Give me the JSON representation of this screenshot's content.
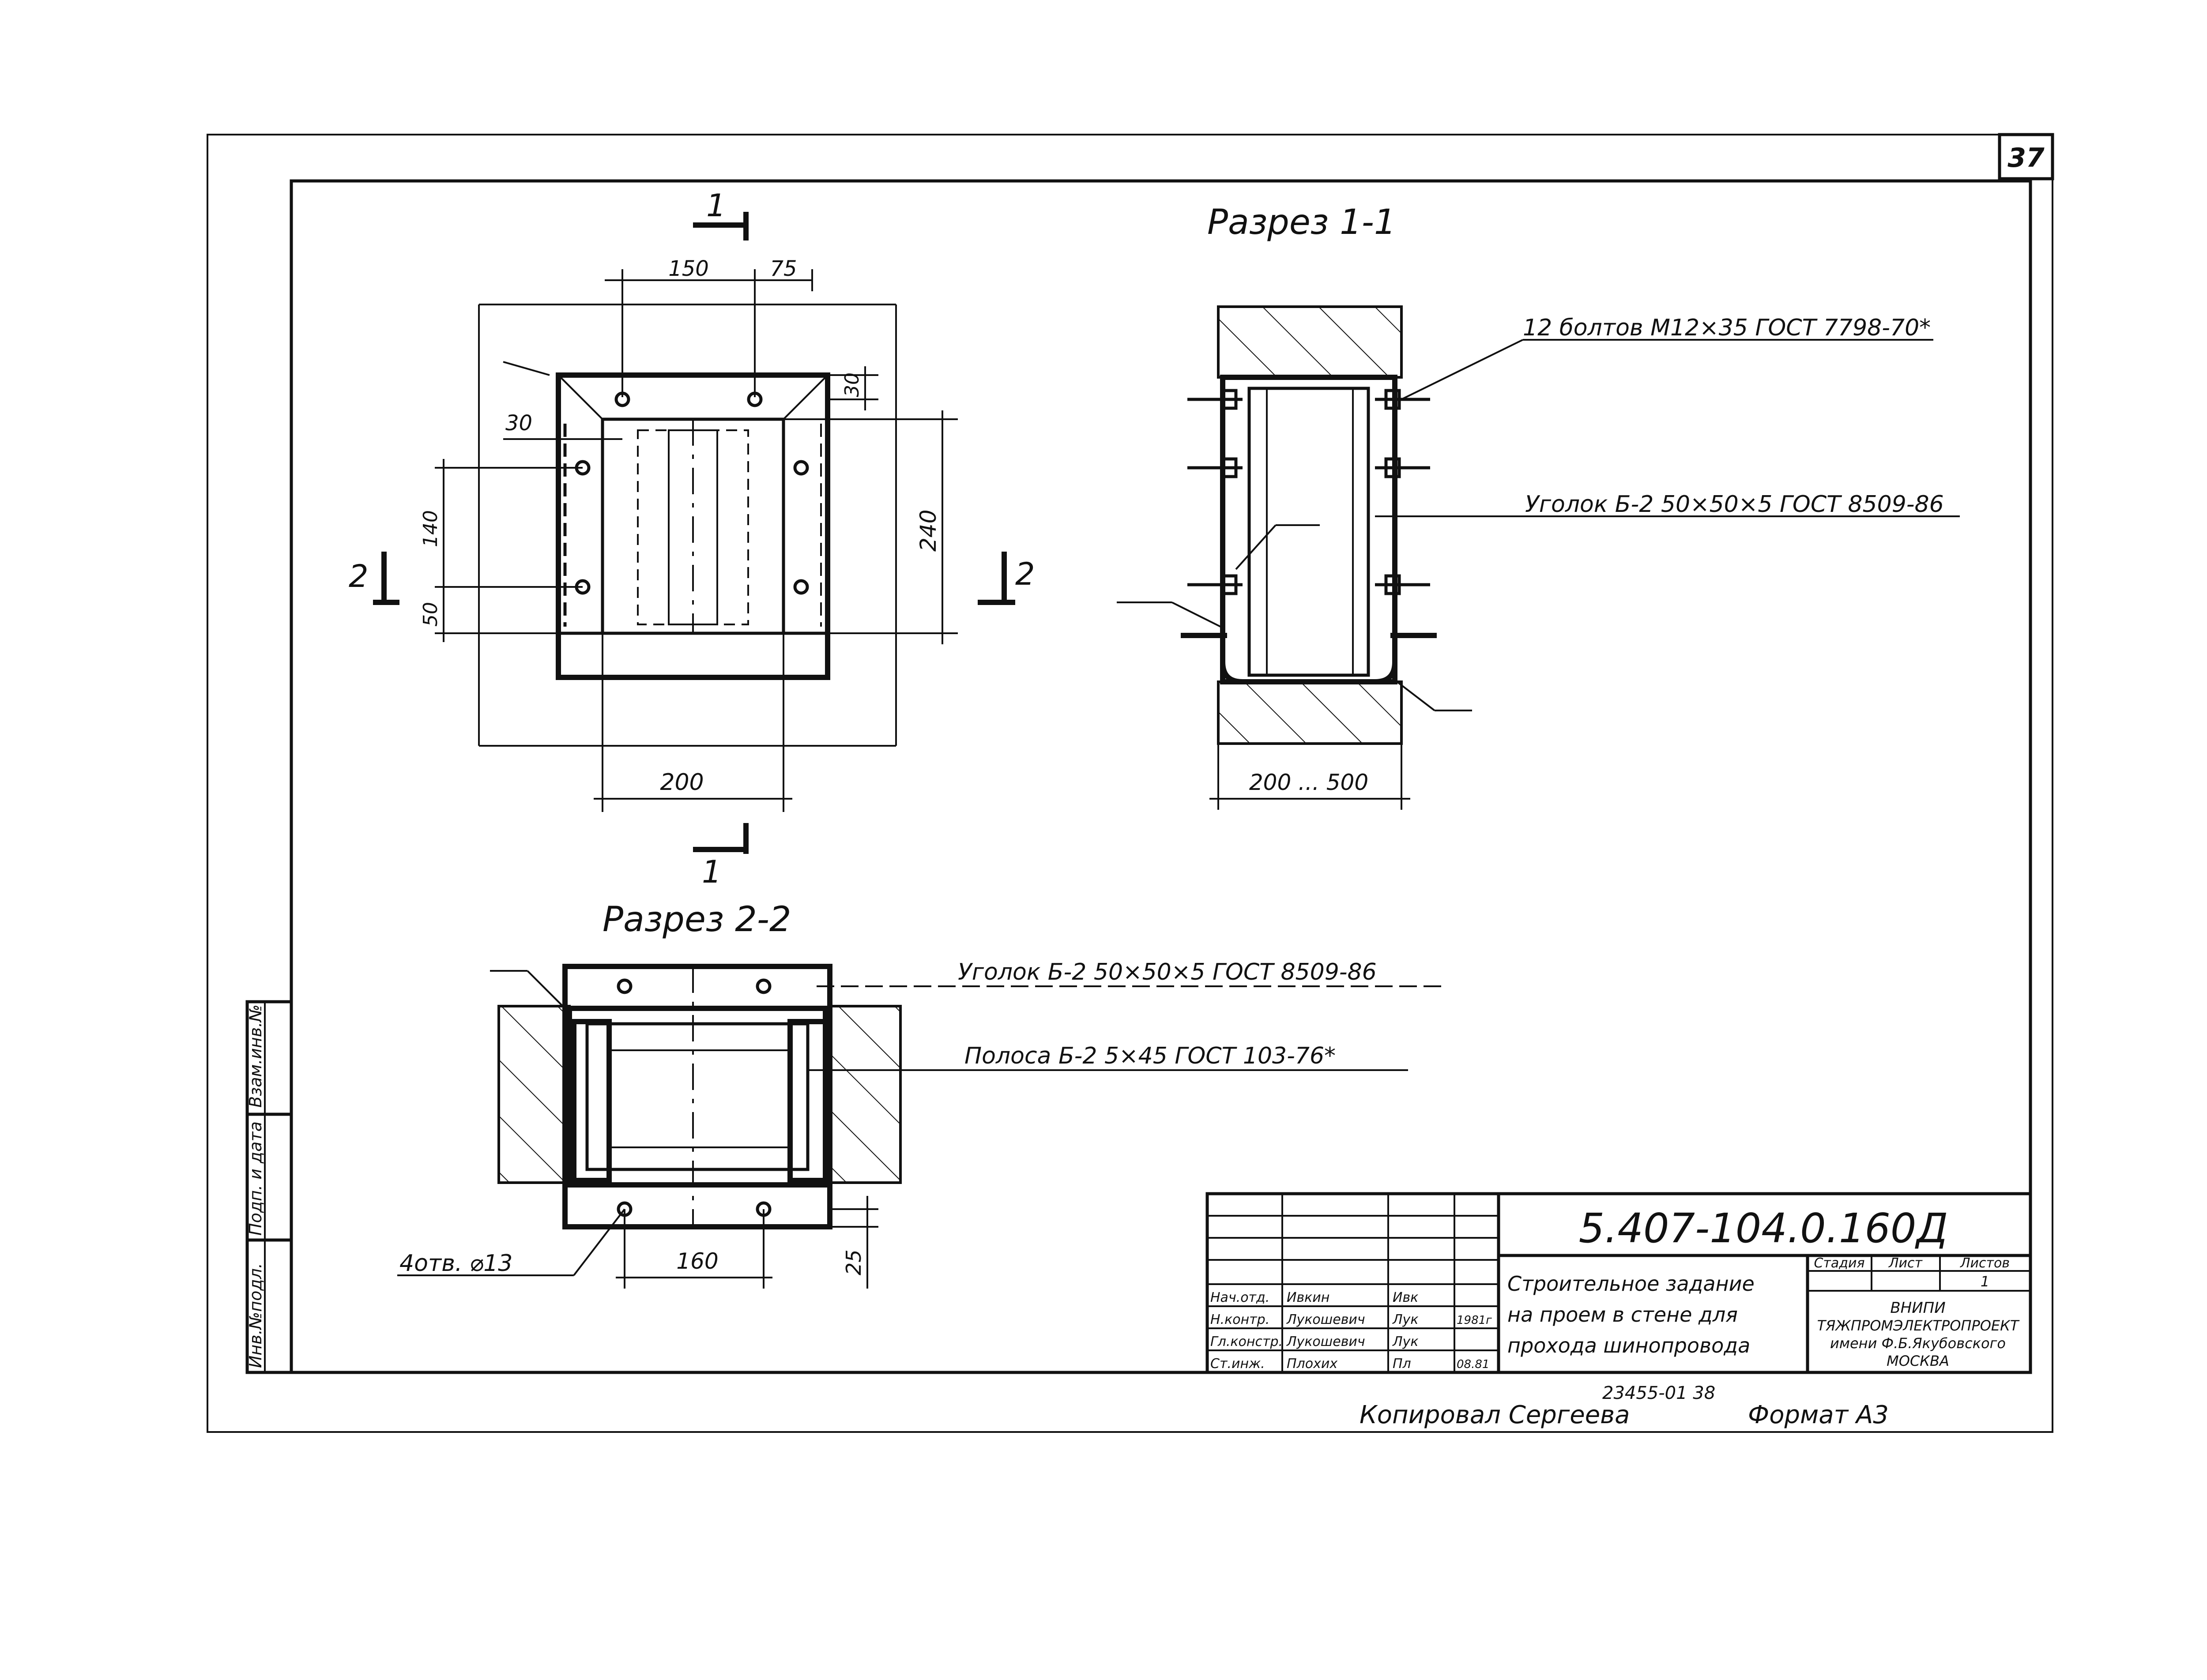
{
  "sheet": {
    "page_number": "37",
    "copied_by": "Копировал Сергеева",
    "format": "Формат А3",
    "archive_number": "23455-01   38"
  },
  "plan_view": {
    "section_mark_top": "1",
    "section_mark_bottom": "1",
    "section_mark_left": "2",
    "section_mark_right": "2",
    "dims": {
      "top_150": "150",
      "top_75": "75",
      "right_30": "30",
      "left_30": "30",
      "left_140": "140",
      "left_50": "50",
      "right_240": "240",
      "bottom_200": "200"
    }
  },
  "section_1_1": {
    "title": "Разрез 1-1",
    "label_bolts": "12 болтов М12×35  ГОСТ 7798-70*",
    "label_angle": "Уголок Б-2  50×50×5  ГОСТ 8509-86",
    "dim_width": "200 ... 500"
  },
  "section_2_2": {
    "title": "Разрез 2-2",
    "label_angle": "Уголок  Б-2  50×50×5  ГОСТ 8509-86",
    "label_strip": "Полоса  Б-2   5×45  ГОСТ 103-76*",
    "label_holes": "4отв. ⌀13",
    "dim_160": "160",
    "dim_25": "25"
  },
  "left_strip": {
    "inv_no": "Инв.№подл.",
    "sign_date": "Подп. и дата",
    "replace_inv": "Взам.инв.№"
  },
  "title_block": {
    "doc_code": "5.407-104.0.160Д",
    "title_line1": "Строительное задание",
    "title_line2": "на проем в стене для",
    "title_line3": "прохода шинопровода",
    "stage_header": "Стадия",
    "sheet_header": "Лист",
    "sheets_header": "Листов",
    "sheets_value": "1",
    "org_line1": "ВНИПИ",
    "org_line2": "ТЯЖПРОМЭЛЕКТРОПРОЕКТ",
    "org_line3": "имени Ф.Б.Якубовского",
    "org_line4": "МОСКВА",
    "signatures": [
      {
        "role": "Нач.отд.",
        "name": "Ивкин",
        "sign": "Ивк",
        "date": ""
      },
      {
        "role": "Н.контр.",
        "name": "Лукошевич",
        "sign": "Лук",
        "date": "1981г"
      },
      {
        "role": "Гл.констр.",
        "name": "Лукошевич",
        "sign": "Лук",
        "date": ""
      },
      {
        "role": "Ст.инж.",
        "name": "Плохих",
        "sign": "Пл",
        "date": "08.81"
      }
    ]
  }
}
